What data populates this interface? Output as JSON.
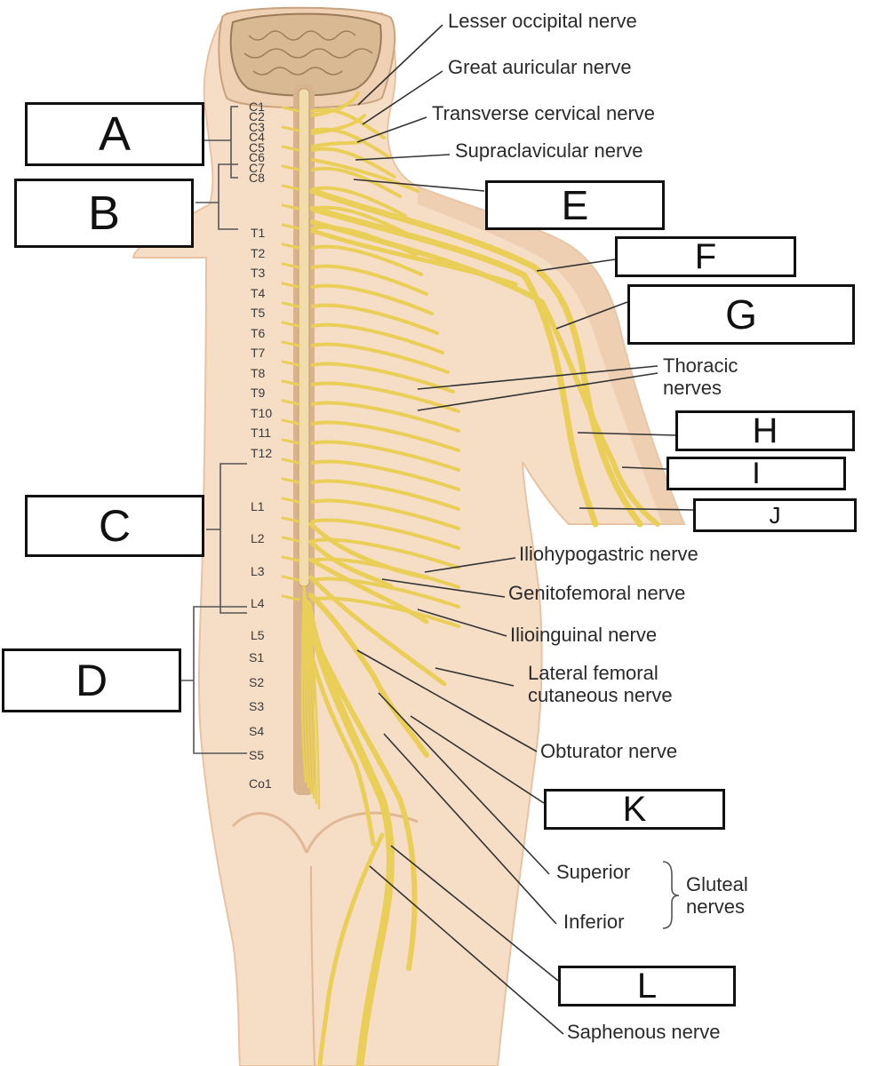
{
  "colors": {
    "skin": "#f6ddc6",
    "skin_shadow": "#ebc7a8",
    "nerve": "#e9cf57",
    "nerve_edge": "#c9aa2c",
    "spine": "#d7b48d",
    "brain": "#d9b894",
    "leader": "#333333"
  },
  "answer_boxes": [
    {
      "id": "A",
      "letter": "A"
    },
    {
      "id": "B",
      "letter": "B"
    },
    {
      "id": "C",
      "letter": "C"
    },
    {
      "id": "D",
      "letter": "D"
    },
    {
      "id": "E",
      "letter": "E"
    },
    {
      "id": "F",
      "letter": "F"
    },
    {
      "id": "G",
      "letter": "G"
    },
    {
      "id": "H",
      "letter": "H"
    },
    {
      "id": "I",
      "letter": "I"
    },
    {
      "id": "J",
      "letter": "J"
    },
    {
      "id": "K",
      "letter": "K"
    },
    {
      "id": "L",
      "letter": "L"
    }
  ],
  "labels": {
    "lesser_occipital": "Lesser occipital nerve",
    "great_auricular": "Great auricular nerve",
    "transverse_cervical": "Transverse cervical nerve",
    "supraclavicular": "Supraclavicular nerve",
    "thoracic": "Thoracic nerves",
    "iliohypogastric": "Iliohypogastric nerve",
    "genitofemoral": "Genitofemoral nerve",
    "ilioinguinal": "Ilioinguinal nerve",
    "lateral_femoral": "Lateral femoral cutaneous nerve",
    "obturator": "Obturator nerve",
    "superior": "Superior",
    "inferior": "Inferior",
    "gluteal": "Gluteal nerves",
    "saphenous": "Saphenous nerve"
  },
  "segments": {
    "cervical": [
      "C1",
      "C2",
      "C3",
      "C4",
      "C5",
      "C6",
      "C7",
      "C8"
    ],
    "thoracic": [
      "T1",
      "T2",
      "T3",
      "T4",
      "T5",
      "T6",
      "T7",
      "T8",
      "T9",
      "T10",
      "T11",
      "T12"
    ],
    "lumbar": [
      "L1",
      "L2",
      "L3",
      "L4",
      "L5"
    ],
    "sacral": [
      "S1",
      "S2",
      "S3",
      "S4",
      "S5"
    ],
    "coccygeal": [
      "Co1"
    ]
  }
}
